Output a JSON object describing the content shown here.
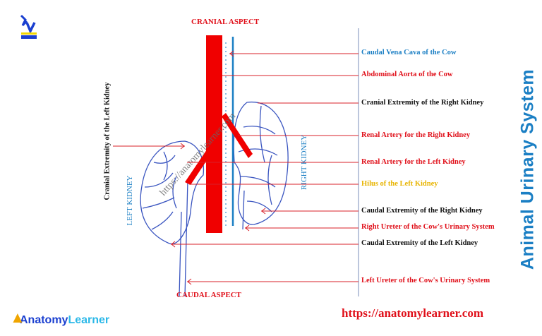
{
  "header": {
    "cranial": "CRANIAL  ASPECT",
    "caudal": "CAUDAL  ASPECT"
  },
  "title": "Animal  Urinary System",
  "kidney_labels": {
    "left": "LEFT  KIDNEY",
    "right": "RIGHT  KIDNEY"
  },
  "left_label": "Cranial Extremity of the  Left  Kidney",
  "watermark": "https://anatomylearner.com",
  "labels": [
    {
      "text": "Caudal Vena Cava  of the  Cow",
      "color": "#1b7fc4"
    },
    {
      "text": "Abdominal  Aorta  of  the  Cow",
      "color": "#e0101a"
    },
    {
      "text": "Cranial Extremity of the  Right  Kidney",
      "color": "#111111"
    },
    {
      "text": "Renal Artery  for  the Right  Kidney",
      "color": "#e0101a"
    },
    {
      "text": "Renal Artery  for the  Left  Kidney",
      "color": "#e0101a"
    },
    {
      "text": "Hilus of  the  Left  Kidney",
      "color": "#e8b400"
    },
    {
      "text": "Caudal Extremity of  the  Right  Kidney",
      "color": "#111111"
    },
    {
      "text": "Right Ureter of the Cow's  Urinary System",
      "color": "#e0101a"
    },
    {
      "text": "Caudal  Extremity of the Left Kidney",
      "color": "#111111"
    },
    {
      "text": "Left  Ureter of the Cow's  Urinary System",
      "color": "#e0101a"
    }
  ],
  "footer": {
    "url": "https://anatomylearner.com",
    "brand_a": "Anatomy",
    "brand_b": "Learner"
  },
  "logo_text": "LEARNER",
  "colors": {
    "aorta": "#f00000",
    "vessel": "#2a4fc0",
    "accent_blue": "#1b7fc4"
  }
}
